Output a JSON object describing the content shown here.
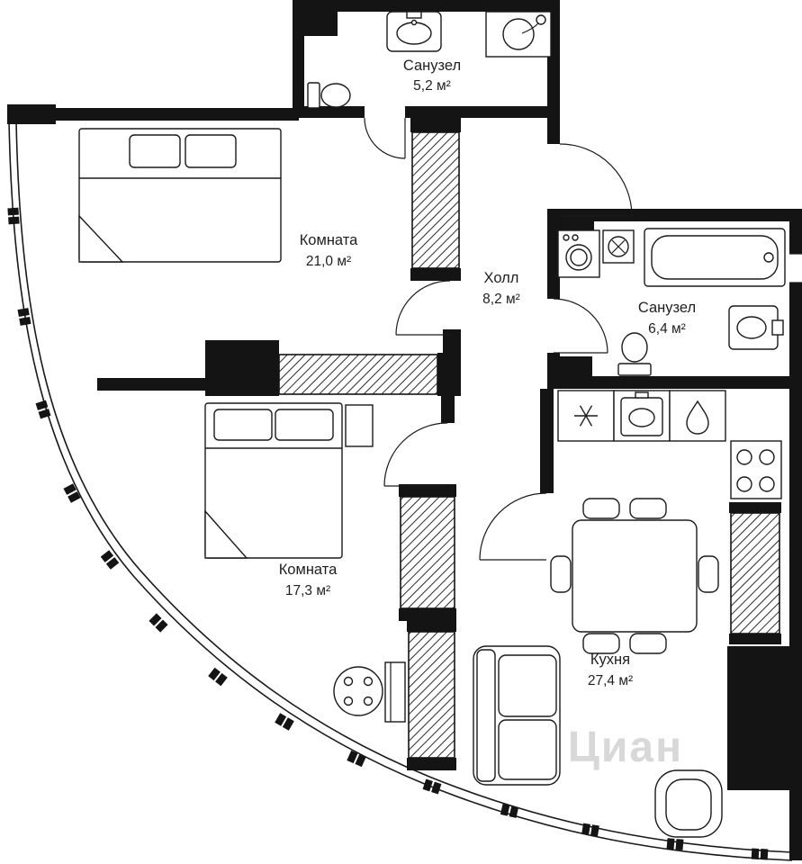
{
  "meta": {
    "background_color": "#ffffff",
    "wall_color": "#141414",
    "line_color": "#1a1a1a",
    "text_color": "#1f1f1f",
    "watermark_color": "#d8d8d8"
  },
  "watermark": {
    "text": "Циан"
  },
  "rooms": [
    {
      "id": "bathroom-top",
      "name": "Санузел",
      "area": "5,2 м²"
    },
    {
      "id": "bedroom-1",
      "name": "Комната",
      "area": "21,0 м²"
    },
    {
      "id": "hall",
      "name": "Холл",
      "area": "8,2 м²"
    },
    {
      "id": "bathroom-side",
      "name": "Санузел",
      "area": "6,4 м²"
    },
    {
      "id": "bedroom-2",
      "name": "Комната",
      "area": "17,3 м²"
    },
    {
      "id": "kitchen",
      "name": "Кухня",
      "area": "27,4 м²"
    }
  ]
}
